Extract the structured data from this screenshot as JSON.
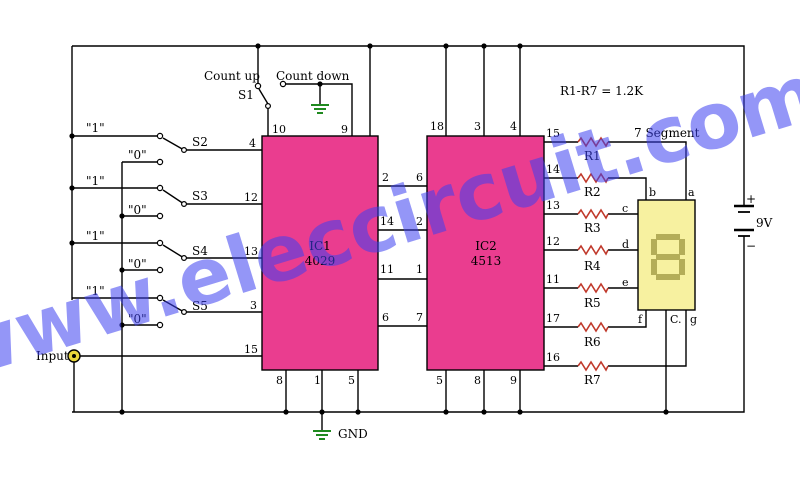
{
  "ic1": {
    "name": "IC1",
    "part": "4029"
  },
  "ic2": {
    "name": "IC2",
    "part": "4513"
  },
  "switches": {
    "s1": "S1",
    "s2": "S2",
    "s3": "S3",
    "s4": "S4",
    "s5": "S5",
    "count_up": "Count up",
    "count_down": "Count down",
    "one": "\"1\"",
    "zero": "\"0\""
  },
  "resistors": {
    "note": "R1-R7 = 1.2K",
    "r1": "R1",
    "r2": "R2",
    "r3": "R3",
    "r4": "R4",
    "r5": "R5",
    "r6": "R6",
    "r7": "R7"
  },
  "display": {
    "title": "7 Segment",
    "digit": "8",
    "a": "a",
    "b": "b",
    "c": "c",
    "d": "d",
    "e": "e",
    "f": "f",
    "g": "g",
    "common": "C."
  },
  "battery": {
    "label": "9V",
    "plus": "+",
    "minus": "−"
  },
  "labels": {
    "input": "Input",
    "gnd": "GND"
  },
  "pins": {
    "ic1_10": "10",
    "ic1_9": "9",
    "ic1_4": "4",
    "ic1_12": "12",
    "ic1_13": "13",
    "ic1_3": "3",
    "ic1_15": "15",
    "ic1_2": "2",
    "ic1_14": "14",
    "ic1_11": "11",
    "ic1_6": "6",
    "ic1_8": "8",
    "ic1_1": "1",
    "ic1_5": "5",
    "ic2_18": "18",
    "ic2_3": "3",
    "ic2_4": "4",
    "ic2_6": "6",
    "ic2_2": "2",
    "ic2_1": "1",
    "ic2_7": "7",
    "ic2_15": "15",
    "ic2_14": "14",
    "ic2_13": "13",
    "ic2_12": "12",
    "ic2_11": "11",
    "ic2_17": "17",
    "ic2_16": "16",
    "ic2_5": "5",
    "ic2_8": "8",
    "ic2_9": "9"
  },
  "watermark": "www.eleccircuit.com",
  "colors": {
    "ic_fill": "#ea3d8f",
    "display_fill": "#f7f1a0",
    "wire": "#000000",
    "watermark": "#3d3ff0"
  }
}
